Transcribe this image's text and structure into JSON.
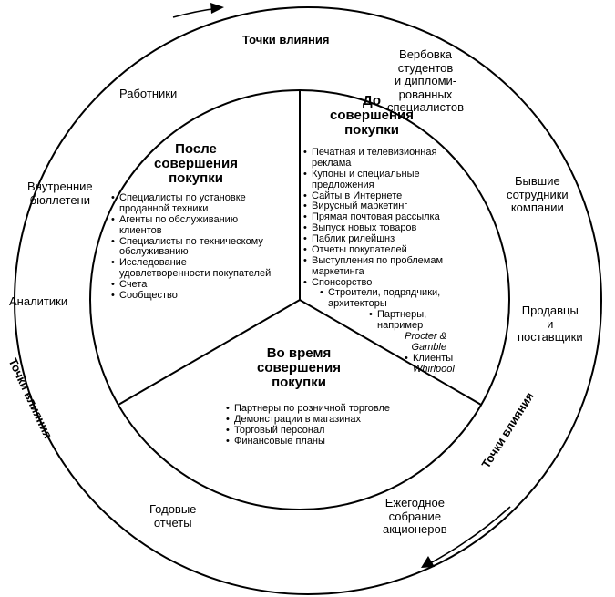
{
  "touch_label": "Точки влияния",
  "outer_items": {
    "workers": "Работники",
    "newsletters": [
      "Внутренние",
      "бюллетени"
    ],
    "analysts": "Аналитики",
    "annual_reports": [
      "Годовые",
      "отчеты"
    ],
    "shareholders_meeting": [
      "Ежегодное",
      "собрание",
      "акционеров"
    ],
    "suppliers": [
      "Продавцы",
      "и",
      "поставщики"
    ],
    "former_employees": [
      "Бывшие",
      "сотрудники",
      "компании"
    ],
    "recruiting": [
      "Вербовка",
      "студентов",
      "и дипломи-",
      "рованных",
      "специалистов"
    ]
  },
  "before": {
    "title": [
      "До",
      "совершения",
      "покупки"
    ],
    "items": [
      "Печатная и телевизионная реклама",
      "Купоны и специальные предложения",
      "Сайты в Интернете",
      "Вирусный маркетинг",
      "Прямая почтовая рассылка",
      "Выпуск новых товаров",
      "Паблик рилейшнз",
      "Отчеты покупателей",
      "Выступления по проблемам маркетинга",
      "Спонсорство"
    ],
    "builders": "Строители, подрядчики, архитекторы",
    "partners_text": "Партнеры, например",
    "partners_brand": "Procter & Gamble",
    "clients_text": "Клиенты",
    "clients_brand": "Whirlpool"
  },
  "after": {
    "title": [
      "После",
      "совершения",
      "покупки"
    ],
    "items": [
      "Специалисты по установке проданной техники",
      "Агенты по обслуживанию клиентов",
      "Специалисты по техническому обслуживанию",
      "Исследование удовлетворенности покупателей",
      "Счета",
      "Сообщество"
    ]
  },
  "during": {
    "title": [
      "Во время",
      "совершения",
      "покупки"
    ],
    "items": [
      "Партнеры по розничной торговле",
      "Демонстрации в магазинах",
      "Торговый персонал",
      "Финансовые планы"
    ]
  }
}
